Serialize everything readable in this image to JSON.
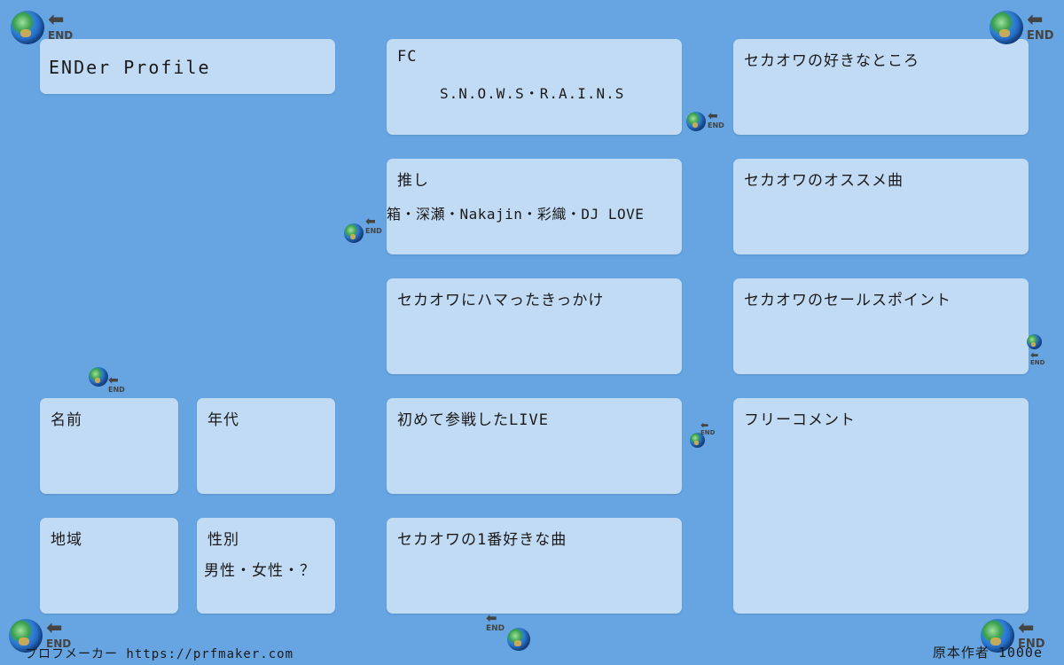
{
  "title": "ENDer Profile",
  "cards": {
    "fc": {
      "label": "FC",
      "value": "S.N.O.W.S・R.A.I.N.S"
    },
    "oshi": {
      "label": "推し",
      "value": "箱・深瀬・Nakajin・彩織・DJ LOVE"
    },
    "trigger": {
      "label": "セカオワにハマったきっかけ"
    },
    "first_live": {
      "label": "初めて参戦したLIVE"
    },
    "favorite_song": {
      "label": "セカオワの1番好きな曲"
    },
    "likes": {
      "label": "セカオワの好きなところ"
    },
    "recommend": {
      "label": "セカオワのオススメ曲"
    },
    "sales_point": {
      "label": "セカオワのセールスポイント"
    },
    "free_comment": {
      "label": "フリーコメント"
    },
    "name": {
      "label": "名前"
    },
    "age": {
      "label": "年代"
    },
    "region": {
      "label": "地域"
    },
    "gender": {
      "label": "性別",
      "value": "男性・女性・？"
    }
  },
  "decorations": {
    "icon": "globe-icon",
    "arrow_glyph": "⬅",
    "end_text": "END"
  },
  "footer": {
    "left": "プロフメーカー https://prfmaker.com",
    "right": "原本作者 1000e"
  },
  "colors": {
    "background": "#66a5e2",
    "card": "#c2dbf4"
  }
}
